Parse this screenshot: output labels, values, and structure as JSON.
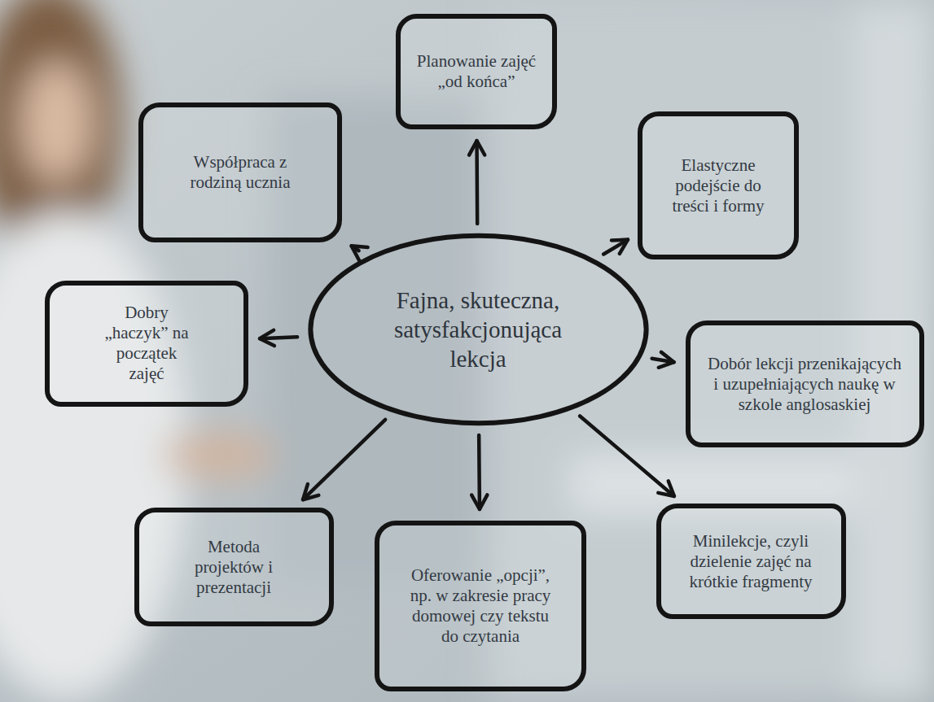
{
  "diagram": {
    "nodes": [
      {
        "text": [
          "Planowanie zajęć „od końca”"
        ]
      },
      {
        "text": [
          "Współpraca z rodziną ucznia"
        ]
      },
      {
        "text": [
          "Elastyczne podejście do treści i formy"
        ]
      },
      {
        "text": [
          "Dobry „haczyk” na początek zajęć"
        ]
      },
      {
        "text": [
          "Fajna, skuteczna, satysfakcjonująca lekcja"
        ]
      },
      {
        "text": [
          "Dobór lekcji przenikających i uzupełniających naukę w szkole anglosaskiej"
        ]
      },
      {
        "text": [
          "Metoda projektów i prezentacji"
        ]
      },
      {
        "text": [
          "Oferowanie „opcji”, np. w zakresie pracy domowej czy tekstu do czytania"
        ]
      },
      {
        "text": [
          "Minilekcje, czyli dzielenie zajęć na krótkie fragmenty"
        ]
      }
    ],
    "edges": [
      {
        "from": 4,
        "to": 0,
        "arrow": "to"
      },
      {
        "from": 4,
        "to": 1,
        "arrow": "to"
      },
      {
        "from": 4,
        "to": 2,
        "arrow": "to"
      },
      {
        "from": 4,
        "to": 3,
        "arrow": "to"
      },
      {
        "from": 4,
        "to": 5,
        "arrow": "to"
      },
      {
        "from": 4,
        "to": 6,
        "arrow": "to"
      },
      {
        "from": 4,
        "to": 7,
        "arrow": "to"
      },
      {
        "from": 4,
        "to": 8,
        "arrow": "to"
      }
    ]
  }
}
